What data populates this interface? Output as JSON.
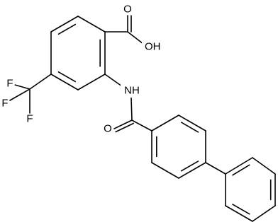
{
  "diagram": {
    "type": "chemical-structure",
    "bond_color": "#000000",
    "background": "#ffffff",
    "labels": {
      "acid_hydroxyl": "OH",
      "acid_carbonyl_oxygen": "O",
      "amide_nitrogen": "NH",
      "amide_oxygen": "O",
      "fluorine_top": "F",
      "fluorine_left": "F",
      "fluorine_bottom": "F"
    }
  }
}
